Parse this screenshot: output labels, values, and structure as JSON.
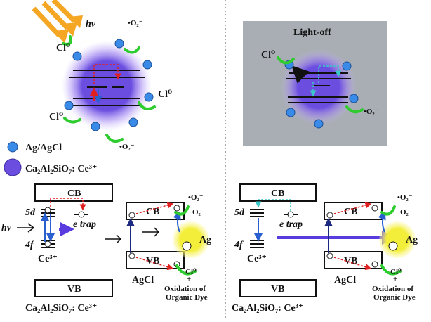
{
  "left_panel": {
    "hv": "hν",
    "o2_radical": "•O₂⁻",
    "cl0": "Cl⁰",
    "legend": {
      "ag_agcl": "Ag/AgCl",
      "host": "Ca₂Al₂SiO₇: Ce³⁺"
    },
    "band": {
      "cb": "CB",
      "vb": "VB",
      "level_5d": "5d",
      "level_4f": "4f",
      "e_trap": "e trap",
      "ce3": "Ce³⁺",
      "hv": "hν",
      "agcl_cb": "CB",
      "agcl_vb": "VB",
      "o2_radical": "•O₂⁻",
      "o2": "O₂",
      "ag": "Ag",
      "agcl": "AgCl",
      "cl0": "Cl⁰",
      "plus": "+",
      "oxidation_line1": "Oxidation of",
      "oxidation_line2": "Organic Dye",
      "host_formula": "Ca₂Al₂SiO₇: Ce³⁺"
    }
  },
  "right_panel": {
    "light_off": "Light-off",
    "cl0": "Cl⁰",
    "o2_radical": "•O₂⁻",
    "band": {
      "cb": "CB",
      "vb": "VB",
      "level_5d": "5d",
      "level_4f": "4f",
      "e_trap": "e trap",
      "ce3": "Ce³⁺",
      "agcl_cb": "CB",
      "agcl_vb": "VB",
      "o2_radical": "•O₂⁻",
      "o2": "O₂",
      "ag": "Ag",
      "agcl": "AgCl",
      "cl0": "Cl⁰",
      "plus": "+",
      "oxidation_line1": "Oxidation of",
      "oxidation_line2": "Organic Dye",
      "host_formula": "Ca₂Al₂SiO₇: Ce³⁺"
    }
  },
  "colors": {
    "sphere": "#6b4ee0",
    "ag_particle": "#3a8be8",
    "bracket": "#2ecc2e",
    "arrow_red": "#e02020",
    "arrow_cyan": "#3cc8c8",
    "arrow_purple": "#5a3be0",
    "light_off_bg": "#a9aeb4",
    "ag_glow": "#f3ee3a",
    "light_beam": "#f5a623"
  }
}
